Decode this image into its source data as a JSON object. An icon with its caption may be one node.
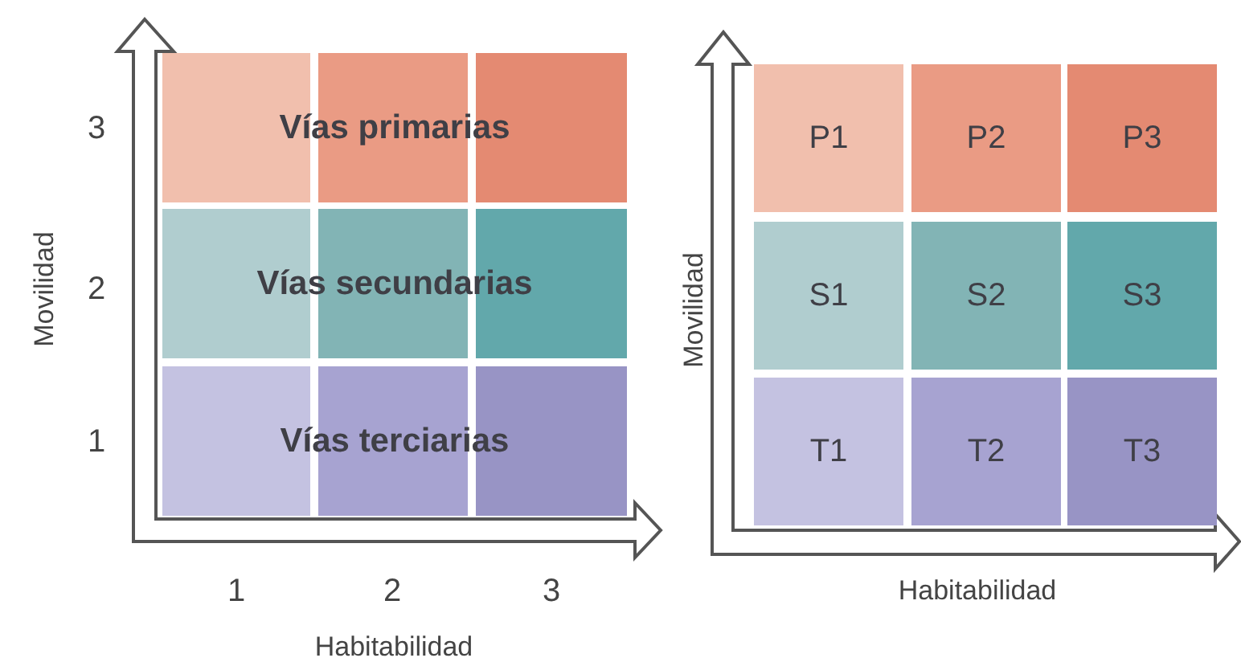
{
  "diagram": {
    "nodes": [
      {
        "text": [
          "Vías primarias"
        ]
      },
      {
        "text": [
          "Vías secundarias"
        ]
      },
      {
        "text": [
          "Vías terciarias"
        ]
      },
      {
        "text": [
          "P1"
        ]
      },
      {
        "text": [
          "P2"
        ]
      },
      {
        "text": [
          "P3"
        ]
      },
      {
        "text": [
          "S1"
        ]
      },
      {
        "text": [
          "S2"
        ]
      },
      {
        "text": [
          "S3"
        ]
      },
      {
        "text": [
          "T1"
        ]
      },
      {
        "text": [
          "T2"
        ]
      },
      {
        "text": [
          "T3"
        ]
      }
    ],
    "edges": [],
    "labels": [
      "3",
      "2",
      "1",
      "Movilidad",
      "1",
      "2",
      "3",
      "Habitabilidad",
      "Movilidad",
      "Habitabilidad"
    ]
  }
}
